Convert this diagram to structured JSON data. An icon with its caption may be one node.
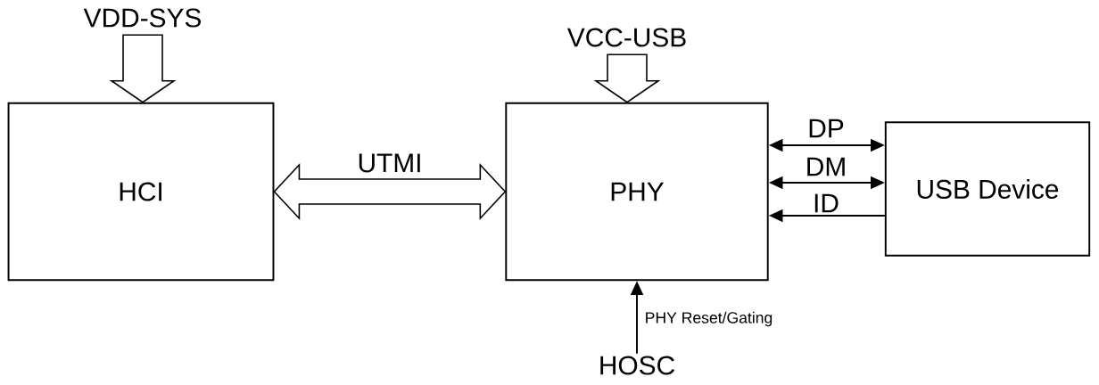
{
  "diagram": {
    "nodes": [
      {
        "text": [
          "VDD-SYS"
        ]
      },
      {
        "text": [
          "HCI"
        ]
      },
      {
        "text": [
          "VCC-USB"
        ]
      },
      {
        "text": [
          "PHY"
        ]
      },
      {
        "text": [
          "USB Device"
        ]
      },
      {
        "text": [
          "HOSC"
        ]
      }
    ],
    "edges": [
      {
        "from": 0,
        "to": 1,
        "arrow": "to",
        "style": "thick"
      },
      {
        "from": 2,
        "to": 3,
        "arrow": "to",
        "style": "thick"
      },
      {
        "from": 1,
        "to": 3,
        "arrow": "both",
        "style": "thick",
        "label": "UTMI"
      },
      {
        "from": 3,
        "to": 4,
        "arrow": "both",
        "label": "DP"
      },
      {
        "from": 3,
        "to": 4,
        "arrow": "both",
        "label": "DM"
      },
      {
        "from": 4,
        "to": 3,
        "arrow": "to",
        "label": "ID"
      },
      {
        "from": 5,
        "to": 3,
        "arrow": "to",
        "label": "PHY Reset/Gating"
      }
    ]
  }
}
